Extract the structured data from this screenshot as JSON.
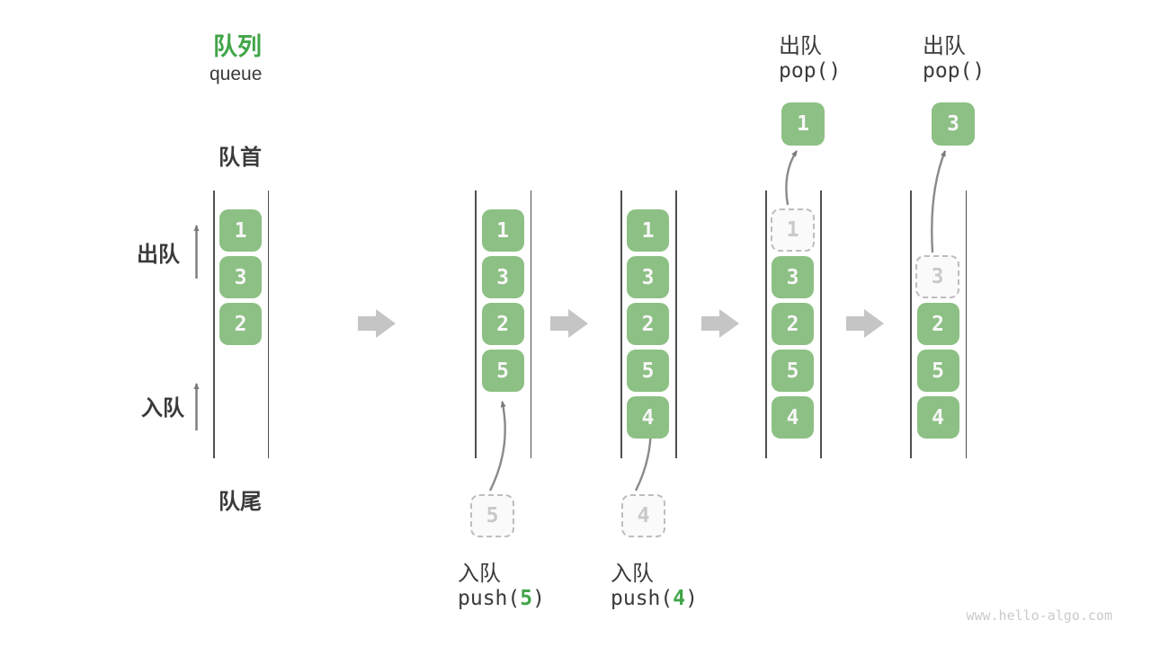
{
  "title": {
    "zh": "队列",
    "en": "queue"
  },
  "labels": {
    "front": "队首",
    "rear": "队尾",
    "dequeue_side": "出队",
    "enqueue_side": "入队"
  },
  "operations": {
    "push5": {
      "label": "入队",
      "fn_prefix": "push(",
      "arg": "5",
      "fn_suffix": ")"
    },
    "push4": {
      "label": "入队",
      "fn_prefix": "push(",
      "arg": "4",
      "fn_suffix": ")"
    },
    "pop1": {
      "label": "出队",
      "fn": "pop()",
      "value": "1"
    },
    "pop3": {
      "label": "出队",
      "fn": "pop()",
      "value": "3"
    }
  },
  "states": [
    {
      "name": "initial",
      "cells": [
        "1",
        "3",
        "2"
      ]
    },
    {
      "name": "after-push-5",
      "cells": [
        "1",
        "3",
        "2",
        "5"
      ],
      "incoming": "5"
    },
    {
      "name": "after-push-4",
      "cells": [
        "1",
        "3",
        "2",
        "5",
        "4"
      ],
      "incoming": "4"
    },
    {
      "name": "after-pop-1",
      "removed": "1",
      "cells": [
        "3",
        "2",
        "5",
        "4"
      ]
    },
    {
      "name": "after-pop-3",
      "removed": "3",
      "cells": [
        "2",
        "5",
        "4"
      ]
    }
  ],
  "watermark": "www.hello-algo.com",
  "colors": {
    "cell_green": "#8DC084",
    "accent_green": "#41A548",
    "text_dark": "#3a3a3a",
    "block_arrow_gray": "#C5C5C5",
    "thin_arrow_gray": "#7A7A7A",
    "ghost_border": "#BDBDBD",
    "ghost_text": "#C9C9C9",
    "rail_gray": "#4f4f4f"
  }
}
